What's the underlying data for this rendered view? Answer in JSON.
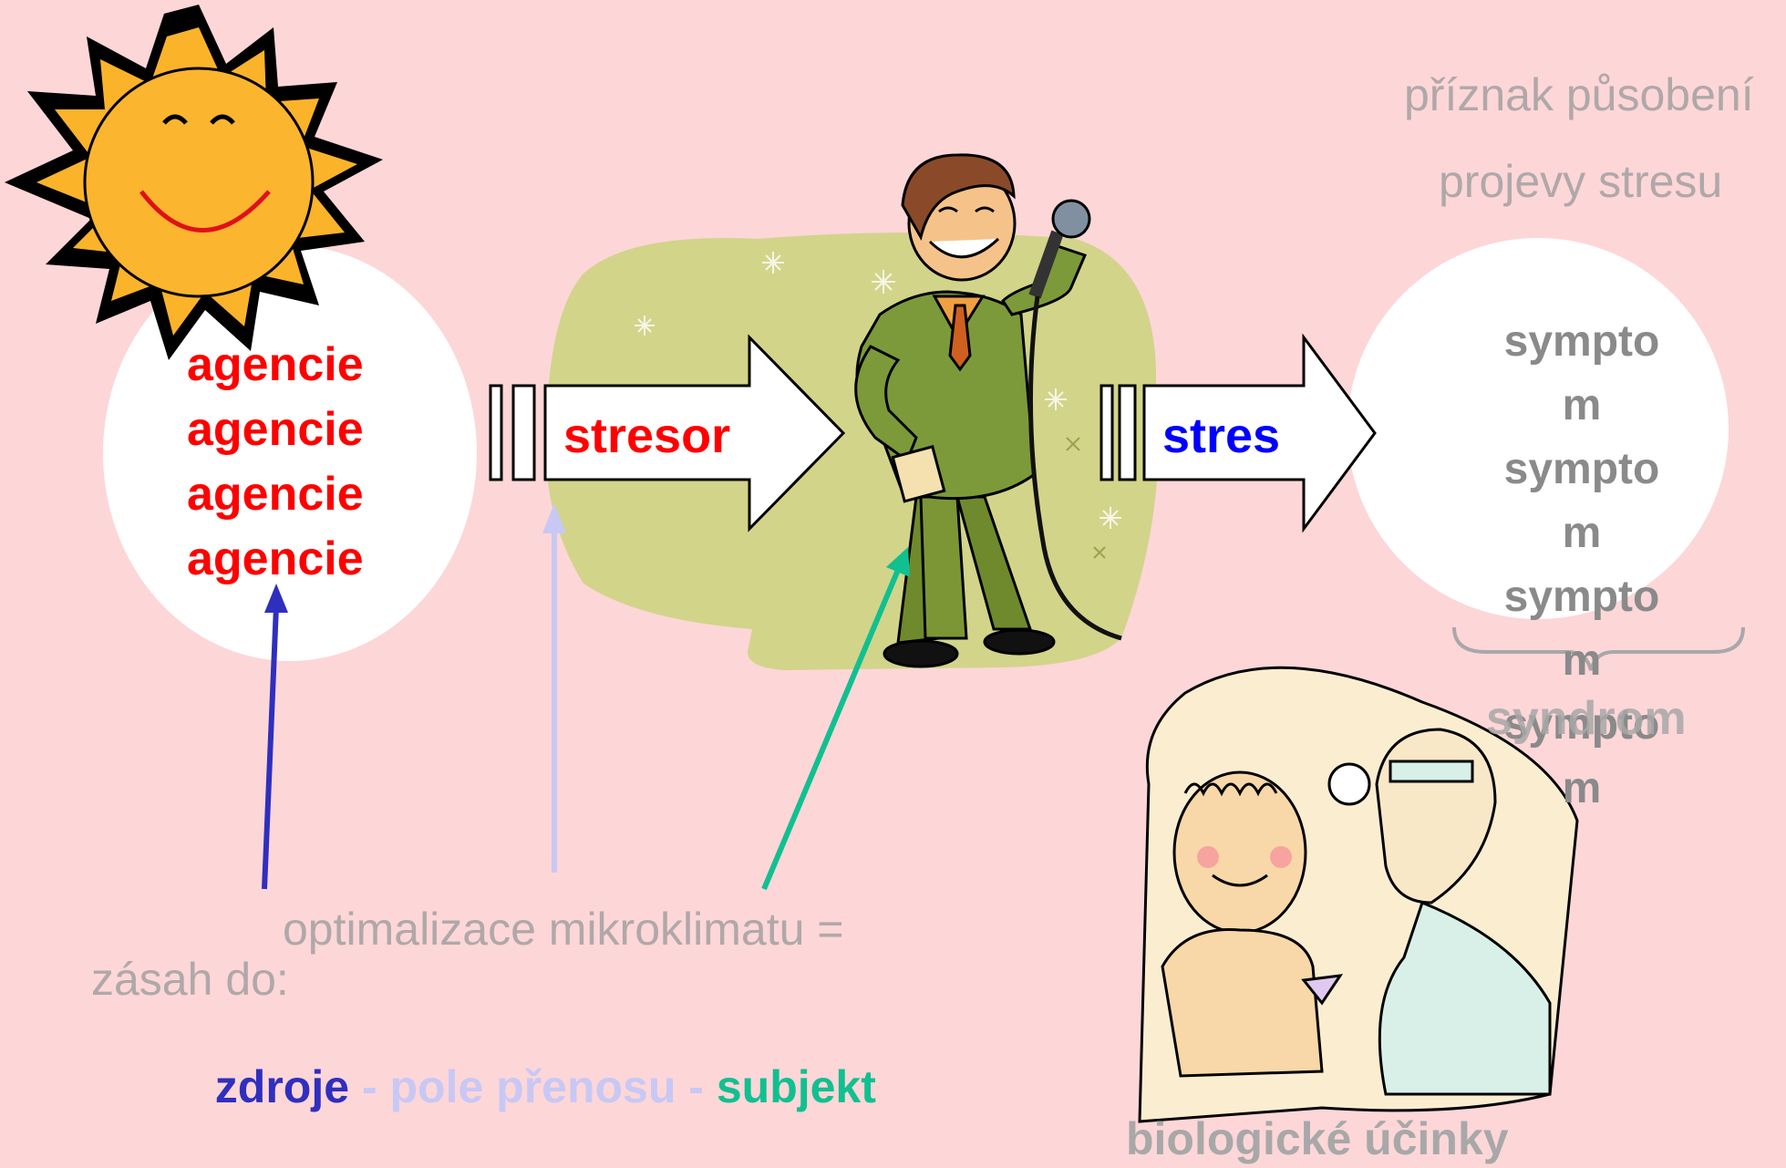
{
  "header": {
    "priznak": "příznak působení",
    "projevy": "projevy stresu"
  },
  "source": {
    "agencie": [
      "agencie",
      "agencie",
      "agencie",
      "agencie"
    ]
  },
  "arrows": {
    "stresor": "stresor",
    "stres": "stres"
  },
  "result": {
    "symptoms": [
      "sympto",
      "m",
      "sympto",
      "m",
      "sympto",
      "m",
      "sympto",
      "m"
    ],
    "syndrom": "syndrom",
    "biologicke": "biologické účinky"
  },
  "bottom": {
    "optimalizace": "optimalizace mikroklimatu =",
    "zasah": "zásah do:",
    "zdroje": "zdroje",
    "sep1": " - ",
    "pole": "pole přenosu",
    "sep2": " - ",
    "subjekt": "subjekt"
  },
  "colors": {
    "background": "#fdd6d8",
    "red": "#ff0000",
    "blue": "#0000ff",
    "gray": "#8a8a8a",
    "arrow_dark_blue": "#2f2fbf",
    "arrow_light_blue": "#c8c8f4",
    "arrow_green": "#10c090"
  }
}
